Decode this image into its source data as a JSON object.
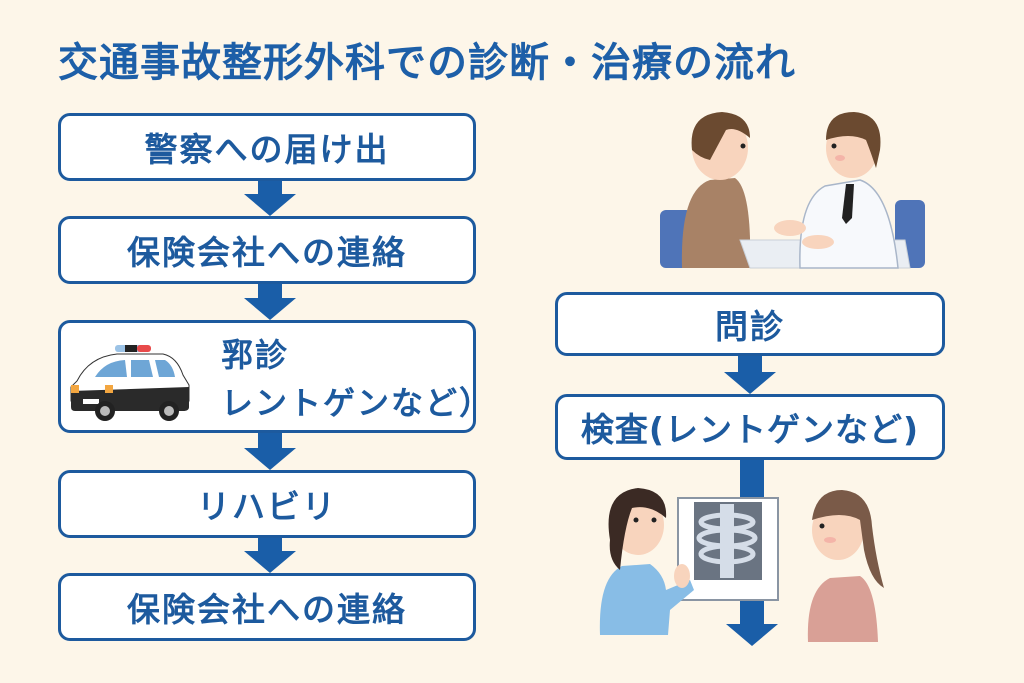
{
  "title": "交通事故整形外科での診断・治療の流れ",
  "left_flow": [
    {
      "label": "警察への届け出"
    },
    {
      "label": "保険会社への連絡"
    },
    {
      "label_line1": "郛診",
      "label_line2": "レントゲンなど）",
      "icon": "police-car-icon"
    },
    {
      "label": "リハビリ"
    },
    {
      "label": "保険会社への連絡"
    }
  ],
  "right_flow": [
    {
      "label": "問診"
    },
    {
      "label": "検査(レントゲンなど)"
    }
  ],
  "illustrations": {
    "consultation": "doctor-patient-consultation-illustration",
    "xray": "nurse-showing-xray-illustration"
  },
  "colors": {
    "background": "#fdf6e9",
    "primary": "#1d5a9e",
    "arrow": "#1a5ea8",
    "title": "#1d5fa8"
  }
}
